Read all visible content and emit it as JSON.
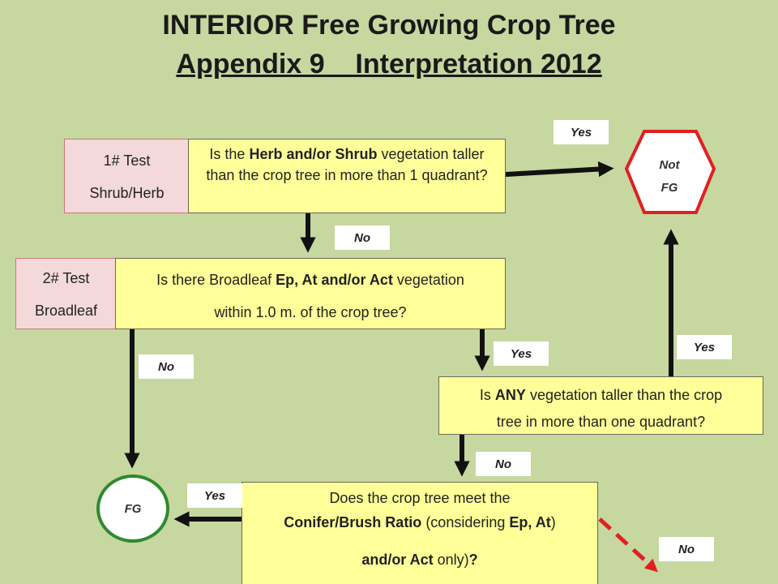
{
  "title": {
    "line1": "INTERIOR Free Growing Crop Tree",
    "line2": "Appendix 9    Interpretation 2012"
  },
  "test1": {
    "tag_line1": "1# Test",
    "tag_line2": "Shrub/Herb",
    "q_pre": "Is the ",
    "q_bold": "Herb and/or Shrub",
    "q_post": " vegetation taller than the crop tree in more than 1 quadrant?"
  },
  "test2": {
    "tag_line1": "2# Test",
    "tag_line2": "Broadleaf",
    "q_pre": "Is there Broadleaf ",
    "q_bold": "Ep, At and/or Act",
    "q_mid": " vegetation",
    "q_line2": "within 1.0 m. of the crop tree?"
  },
  "any_veg": {
    "q_pre": "Is ",
    "q_bold": "ANY",
    "q_post": " vegetation taller than the crop",
    "q_line2": "tree in more than one quadrant?"
  },
  "ratio": {
    "q_line1": "Does the crop tree meet the",
    "q_bold1": "Conifer/Brush Ratio",
    "q_mid": " (considering ",
    "q_bold2": "Ep, At",
    "q_bold3": "and/or Act",
    "q_post": " only)",
    "q_end": "?"
  },
  "not_fg": {
    "line1": "Not",
    "line2": "FG",
    "color": "#e02020"
  },
  "fg": {
    "label": "FG",
    "color": "#2f8a2f"
  },
  "labels": {
    "yes_top": "Yes",
    "no_test1": "No",
    "no_test2": "No",
    "yes_test2": "Yes",
    "yes_any": "Yes",
    "no_any": "No",
    "yes_ratio": "Yes",
    "no_ratio": "No"
  }
}
